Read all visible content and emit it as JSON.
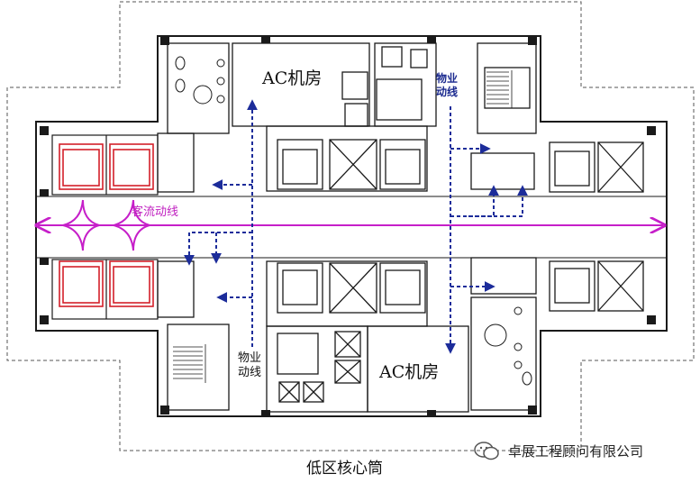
{
  "labels": {
    "ac_room_top": "AC机房",
    "ac_room_bottom": "AC机房",
    "service_path_top": "物业\n动线",
    "service_path_bottom": "物业\n动线",
    "guest_flow": "客流动线",
    "caption": "低区核心筒",
    "company": "卓展工程顾问有限公司"
  },
  "colors": {
    "wall": "#1a1a1a",
    "guest_flow": "#c61fc9",
    "service_flow": "#1c2c9a",
    "passenger_elevator": "#d4202a",
    "outline": "#555555"
  },
  "icons": {
    "watermark": "wechat-icon"
  }
}
